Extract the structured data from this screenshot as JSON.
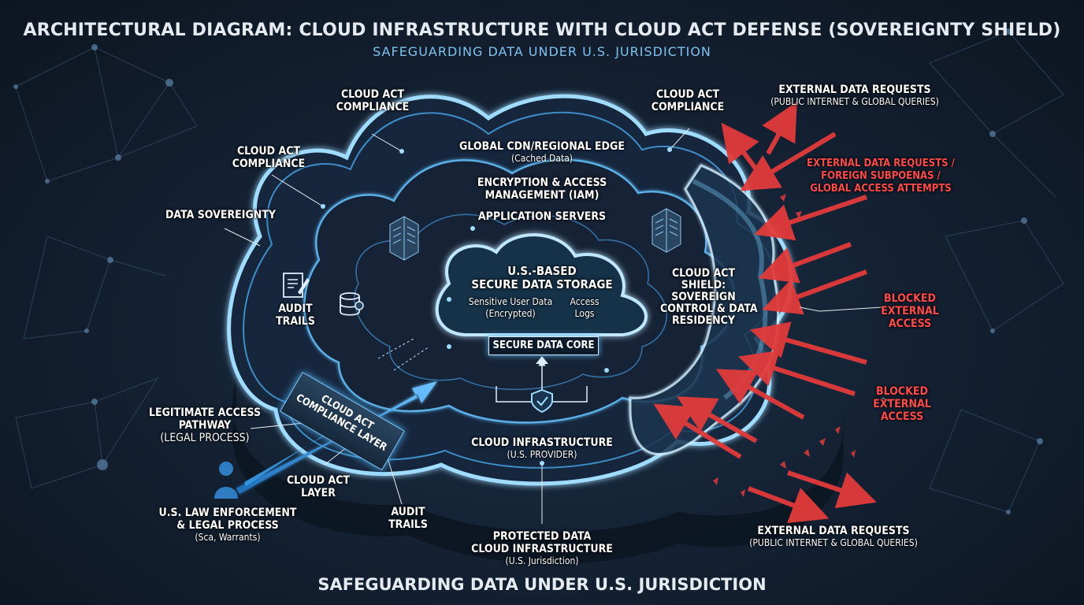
{
  "title": "ARCHITECTURAL DIAGRAM: CLOUD INFRASTRUCTURE WITH CLOUD ACT DEFENSE (SOVEREIGNTY SHIELD)",
  "subtitle": "SAFEGUARDING DATA UNDER U.S. JURISDICTION",
  "footer": "SAFEGUARDING DATA UNDER U.S. JURISDICTION",
  "labels": {
    "compliance_top_left": [
      "CLOUD ACT",
      "COMPLIANCE"
    ],
    "compliance_top_right": [
      "CLOUD ACT",
      "COMPLIANCE"
    ],
    "compliance_left": [
      "CLOUD ACT",
      "COMPLIANCE"
    ],
    "data_sovereignty": "DATA SOVEREIGNTY",
    "cdn": {
      "title": "GLOBAL CDN/REGIONAL EDGE",
      "sub": "(Cached Data)"
    },
    "encryption": [
      "ENCRYPTION & ACCESS",
      "MANAGEMENT (IAM)"
    ],
    "app_servers": "APPLICATION SERVERS",
    "storage": [
      "U.S.-BASED",
      "SECURE DATA STORAGE"
    ],
    "sensitive": [
      "Sensitive User Data",
      "(Encrypted)"
    ],
    "access_logs": [
      "Access",
      "Logs"
    ],
    "secure_core": "SECURE DATA CORE",
    "audit_left": [
      "AUDIT",
      "TRAILS"
    ],
    "shield": [
      "CLOUD ACT",
      "SHIELD:",
      "SOVEREIGN",
      "CONTROL & DATA",
      "RESIDENCY"
    ],
    "compliance_layer_band": [
      "CLOUD ACT",
      "COMPLIANCE LAYER"
    ],
    "cloud_infra": {
      "title": "CLOUD INFRASTRUCTURE",
      "sub": "(U.S. PROVIDER)"
    },
    "legit_access": {
      "title": [
        "LEGITIMATE ACCESS",
        "PATHWAY"
      ],
      "sub": "(LEGAL PROCESS)"
    },
    "cloud_act_layer": [
      "CLOUD ACT",
      "LAYER"
    ],
    "audit_bottom": [
      "AUDIT",
      "TRAILS"
    ],
    "law_enforcement": {
      "title": [
        "U.S. LAW ENFORCEMENT",
        "& LEGAL PROCESS"
      ],
      "sub": "(Sca, Warrants)"
    },
    "protected": {
      "title": [
        "PROTECTED DATA",
        "CLOUD INFRASTRUCTURE"
      ],
      "sub": "(U.S. Jurisdiction)"
    },
    "ext_top": {
      "title": "EXTERNAL DATA REQUESTS",
      "sub": "(PUBLIC INTERNET & GLOBAL QUERIES)"
    },
    "ext_red": [
      "EXTERNAL DATA REQUESTS /",
      "FOREIGN SUBPOENAS /",
      "GLOBAL ACCESS ATTEMPTS"
    ],
    "blocked_1": [
      "BLOCKED",
      "EXTERNAL",
      "ACCESS"
    ],
    "blocked_2": [
      "BLOCKED",
      "EXTERNAL",
      "ACCESS"
    ],
    "ext_bottom": {
      "title": "EXTERNAL DATA REQUESTS",
      "sub": "(PUBLIC INTERNET & GLOBAL QUERIES)"
    }
  },
  "colors": {
    "glow": "#7fd0ff",
    "blocked": "#e23b3b",
    "legit": "#3aa0ec",
    "background": "#111a26"
  },
  "icons": [
    "document-pen-icon",
    "database-lock-icon",
    "server-rack-icon",
    "shield-check-icon",
    "person-icon"
  ]
}
